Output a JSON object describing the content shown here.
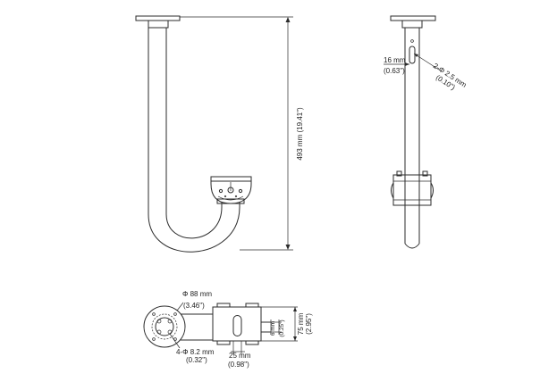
{
  "dimensions": {
    "height": {
      "line1": "493 mm (19.41\")"
    },
    "hole_offset": {
      "line1": "16 mm",
      "line2": "(0.63\")"
    },
    "hole_dia": {
      "line1": "2-Φ 2.5 mm",
      "line2": "(0.10\")"
    },
    "plate_dia": {
      "line1": "Φ 88 mm",
      "line2": "(3.46\")"
    },
    "plate_holes": {
      "line1": "4-Φ 8.2 mm",
      "line2": "(0.32\")"
    },
    "width": {
      "line1": "25 mm",
      "line2": "(0.98\")"
    },
    "inner": {
      "line1": "6 mm",
      "line2": "(0.25\")"
    },
    "bracket_height": {
      "line1": "75 mm",
      "line2": "(2.95\")"
    }
  }
}
